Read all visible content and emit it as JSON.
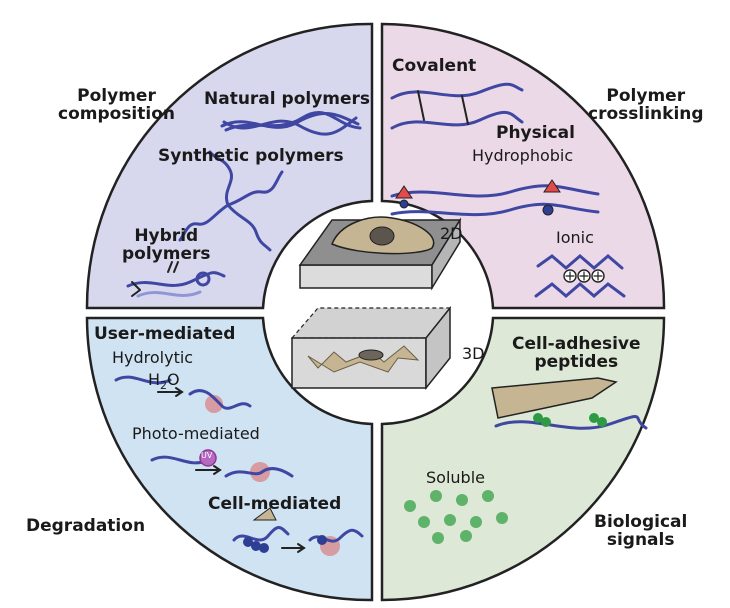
{
  "colors": {
    "top_left_fill": "#d7d8ee",
    "top_right_fill": "#ecd9e8",
    "bottom_left_fill": "#cfe3f3",
    "bottom_right_fill": "#dde8d6",
    "fiber": "#3f47a3",
    "fiber_light": "#8f96d6",
    "cell": "#c5b592",
    "nucleus": "#5b554e",
    "degradation_glow": "#e0554f",
    "peptide": "#2e9a43",
    "soluble_dot": "#5fb26a"
  },
  "quadrants": {
    "composition": {
      "title_line1": "Polymer",
      "title_line2": "composition",
      "natural": "Natural polymers",
      "synthetic": "Synthetic polymers",
      "hybrid_line1": "Hybrid",
      "hybrid_line2": "polymers"
    },
    "crosslinking": {
      "title_line1": "Polymer",
      "title_line2": "crosslinking",
      "covalent": "Covalent",
      "physical": "Physical",
      "hydrophobic": "Hydrophobic",
      "ionic": "Ionic"
    },
    "degradation": {
      "title": "Degradation",
      "user_mediated": "User-mediated",
      "hydrolytic": "Hydrolytic",
      "water_h": "H",
      "water_sub": "2",
      "water_o": "O",
      "photo_mediated": "Photo-mediated",
      "uv": "UV",
      "cell_mediated": "Cell-mediated"
    },
    "biological": {
      "title_line1": "Biological",
      "title_line2": "signals",
      "adhesive_line1": "Cell-adhesive",
      "adhesive_line2": "peptides",
      "soluble": "Soluble"
    }
  },
  "center": {
    "label_2d": "2D",
    "label_3d": "3D"
  }
}
